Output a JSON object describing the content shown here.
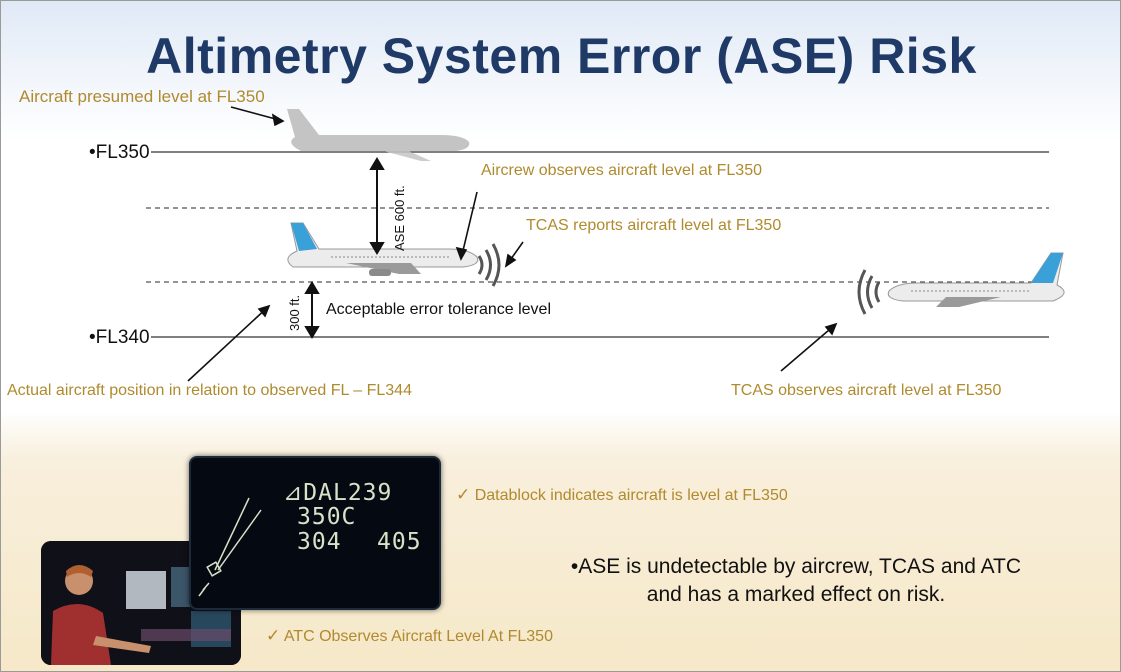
{
  "title": "Altimetry System Error (ASE) Risk",
  "labels": {
    "presumed": "Aircraft presumed level at FL350",
    "fl350": "•FL350",
    "fl340": "•FL340",
    "aircrew_observes": "Aircrew observes aircraft level at FL350",
    "tcas_reports": "TCAS reports aircraft level at FL350",
    "ase_600": "ASE 600 ft.",
    "tol_300": "300 ft.",
    "acceptable": "Acceptable error tolerance level",
    "actual_position": "Actual aircraft position in relation to observed FL – FL344",
    "tcas_observes": "TCAS observes aircraft level at FL350"
  },
  "datablock": {
    "callsign": "⊿DAL239",
    "altitude": "350C",
    "field_a": "304",
    "field_b": "405"
  },
  "checks": {
    "datablock": "Datablock indicates aircraft is level at FL350",
    "atc": "ATC Observes Aircraft Level At FL350",
    "mark": "✓"
  },
  "conclusion": {
    "line1": "•ASE is undetectable by aircrew, TCAS and ATC",
    "line2": "and has a marked effect on risk."
  },
  "colors": {
    "title": "#1f3a66",
    "annotation": "#b08a2e",
    "ghost_aircraft": "#c4c4c4",
    "tail": "#3aa0d8"
  }
}
